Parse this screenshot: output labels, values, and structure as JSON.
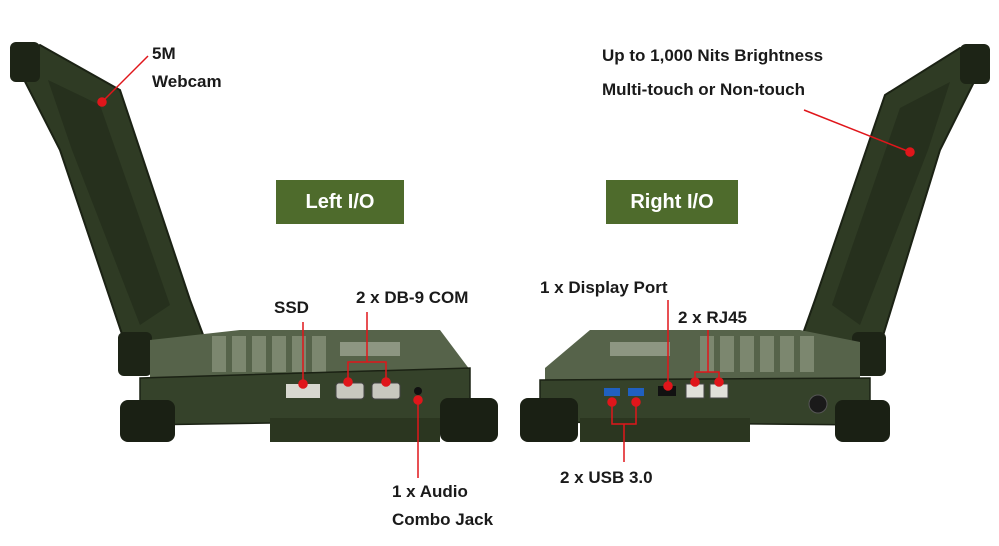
{
  "colors": {
    "badge_bg": "#4e6b2c",
    "annotation": "#e0161b",
    "chassis": "#3a4a2c",
    "chassis_dark": "#1e2617"
  },
  "badges": {
    "left": "Left I/O",
    "right": "Right I/O"
  },
  "labels": {
    "webcam_line1": "5M",
    "webcam_line2": "Webcam",
    "brightness": "Up to 1,000 Nits Brightness",
    "touch": "Multi-touch or Non-touch",
    "ssd": "SSD",
    "com": "2 x DB-9 COM",
    "audio_line1": "1 x Audio",
    "audio_line2": "Combo Jack",
    "display_port": "1 x Display Port",
    "rj45": "2 x RJ45",
    "usb": "2 x USB 3.0"
  }
}
